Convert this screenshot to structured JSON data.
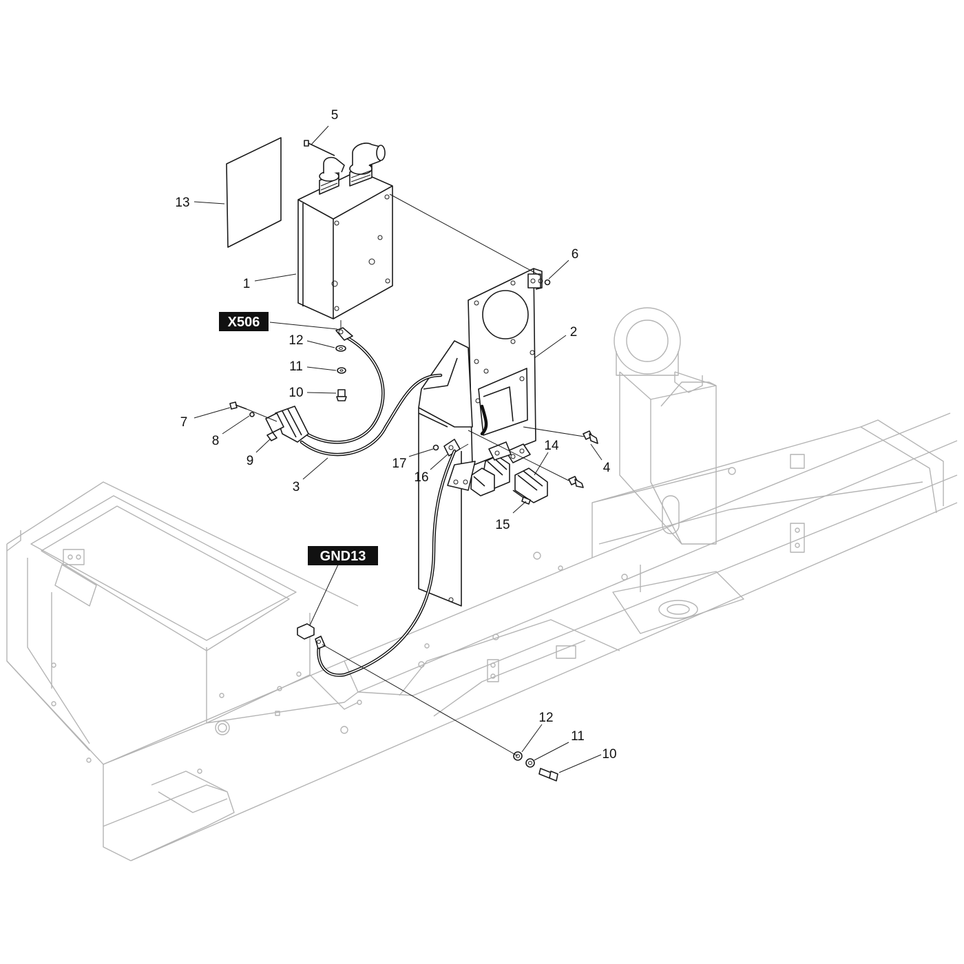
{
  "callouts": [
    {
      "id": "c5",
      "text": "5"
    },
    {
      "id": "c13",
      "text": "13"
    },
    {
      "id": "c1",
      "text": "1"
    },
    {
      "id": "c6",
      "text": "6"
    },
    {
      "id": "c2",
      "text": "2"
    },
    {
      "id": "c12a",
      "text": "12"
    },
    {
      "id": "c11a",
      "text": "11"
    },
    {
      "id": "c10a",
      "text": "10"
    },
    {
      "id": "c7",
      "text": "7"
    },
    {
      "id": "c8",
      "text": "8"
    },
    {
      "id": "c9",
      "text": "9"
    },
    {
      "id": "c3",
      "text": "3"
    },
    {
      "id": "c17",
      "text": "17"
    },
    {
      "id": "c16",
      "text": "16"
    },
    {
      "id": "c14",
      "text": "14"
    },
    {
      "id": "c4",
      "text": "4"
    },
    {
      "id": "c15",
      "text": "15"
    },
    {
      "id": "c12b",
      "text": "12"
    },
    {
      "id": "c11b",
      "text": "11"
    },
    {
      "id": "c10b",
      "text": "10"
    }
  ],
  "connector_tags": {
    "x506": "X506",
    "gnd13": "GND13"
  }
}
